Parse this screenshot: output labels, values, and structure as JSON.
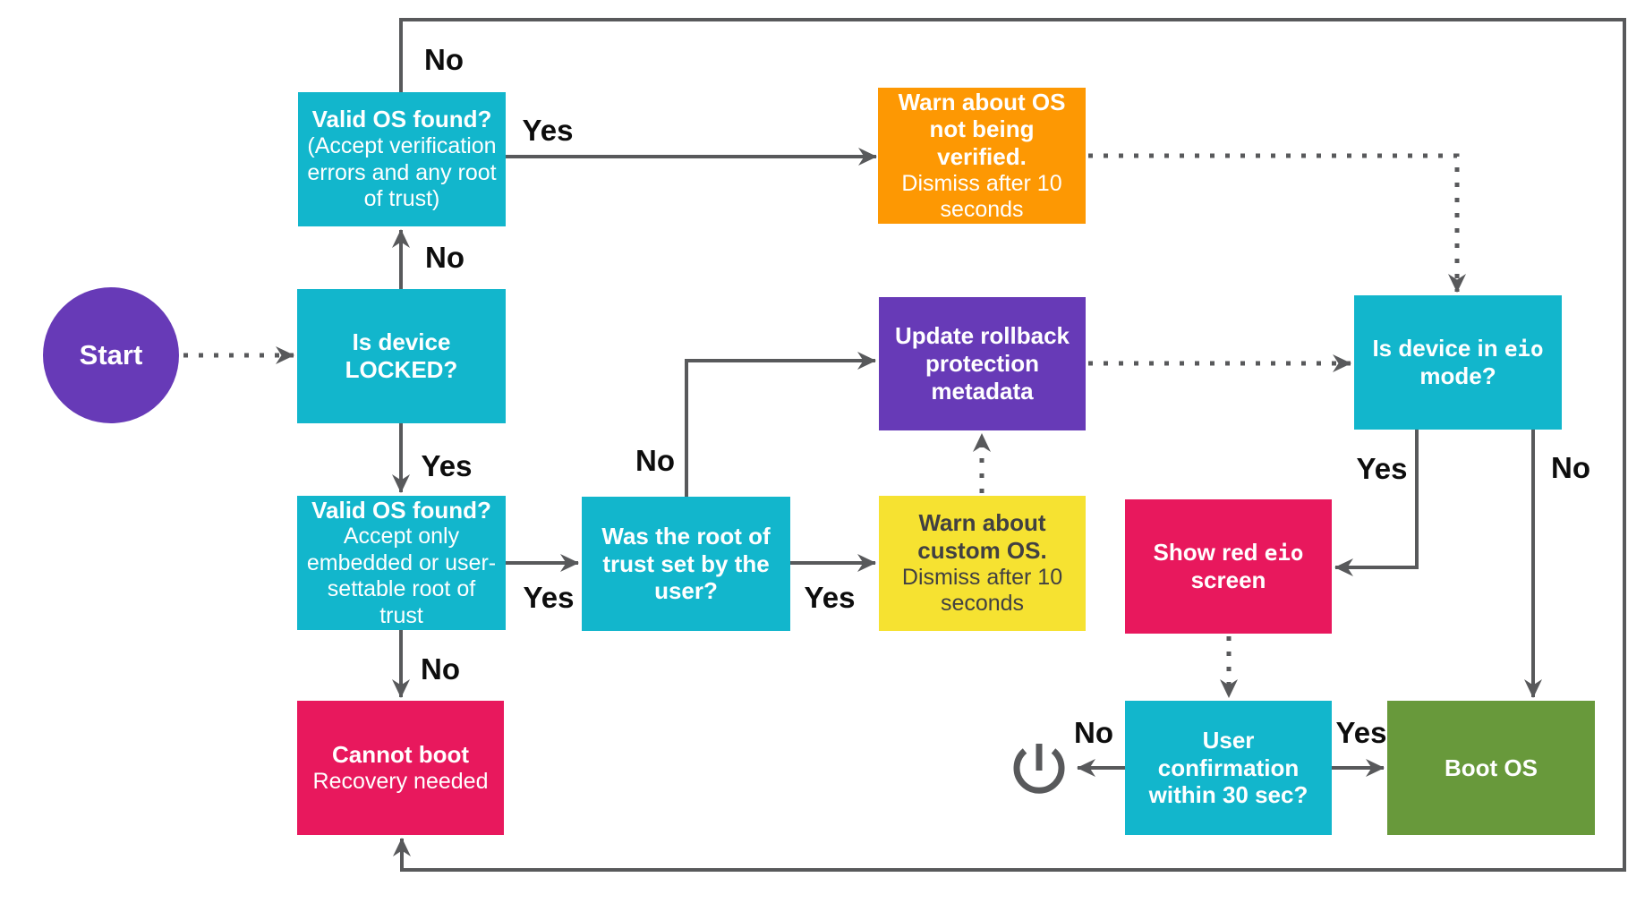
{
  "diagram": {
    "title_hint": "OS boot verification flowchart",
    "nodes": {
      "start": {
        "label": "Start"
      },
      "valid_os_any": {
        "title": "Valid OS found?",
        "subtitle": "(Accept verification errors and any root of trust)"
      },
      "is_locked": {
        "title": "Is device LOCKED?"
      },
      "valid_os_embedded": {
        "title": "Valid OS found?",
        "subtitle": "Accept only embedded or user-settable root of trust"
      },
      "cannot_boot": {
        "title": "Cannot boot",
        "subtitle": "Recovery needed"
      },
      "root_of_trust": {
        "title": "Was the root of trust set by the user?"
      },
      "warn_custom_os": {
        "title": "Warn about custom OS.",
        "subtitle": "Dismiss after 10 seconds"
      },
      "update_rollback": {
        "title": "Update rollback protection metadata"
      },
      "warn_not_verified": {
        "title": "Warn about OS not being verified.",
        "subtitle": "Dismiss after 10 seconds"
      },
      "eio_mode": {
        "pre": "Is device in",
        "code": "eio",
        "post": "mode?"
      },
      "show_red_eio": {
        "pre": "Show red",
        "code": "eio",
        "post": "screen"
      },
      "user_confirmation": {
        "title": "User confirmation within 30 sec?"
      },
      "boot_os": {
        "title": "Boot OS"
      }
    },
    "edges": {
      "valid_any_no": "No",
      "valid_any_yes": "Yes",
      "locked_no": "No",
      "locked_yes": "Yes",
      "valid_embedded_yes": "Yes",
      "valid_embedded_no": "No",
      "root_no": "No",
      "root_yes": "Yes",
      "eio_yes": "Yes",
      "eio_no": "No",
      "confirm_no": "No",
      "confirm_yes": "Yes"
    },
    "icons": {
      "power": "power-off-icon"
    },
    "colors": {
      "cyan": "#12b6cc",
      "purple": "#673ab7",
      "orange": "#fd9803",
      "yellow": "#f6e231",
      "pink": "#e8185d",
      "green": "#68993b",
      "line_gray": "#58595b",
      "label_black": "#0d0d0d"
    }
  }
}
